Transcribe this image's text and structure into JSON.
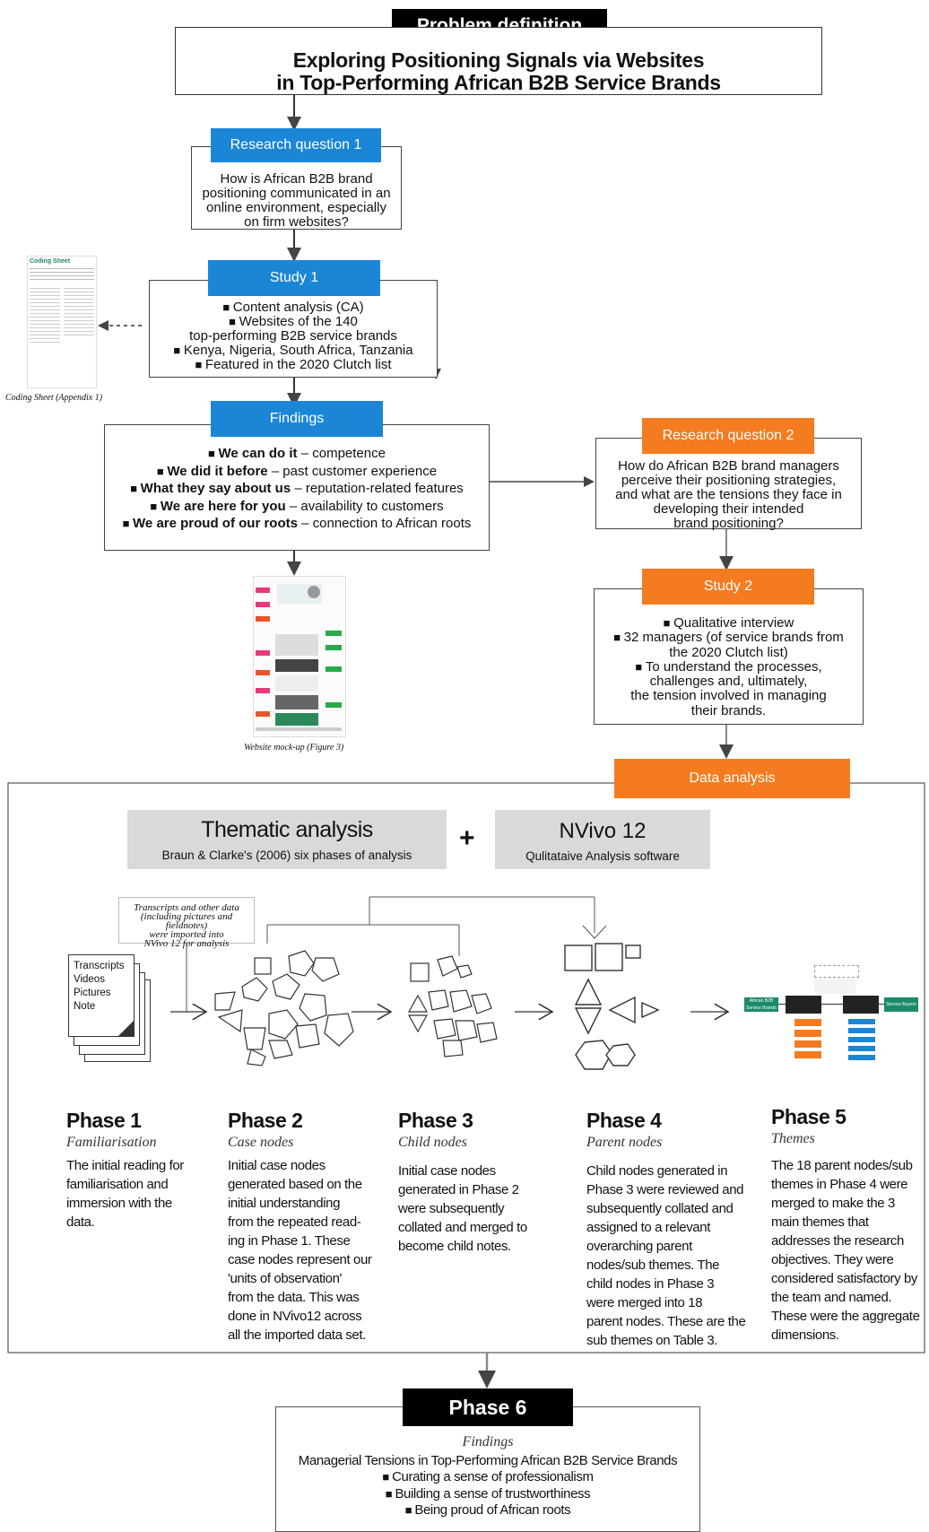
{
  "problem": {
    "label": "Problem definition",
    "title_line1": "Exploring Positioning Signals via Websites",
    "title_line2": "in Top-Performing African B2B Service Brands"
  },
  "rq1": {
    "label": "Research question 1",
    "lines": [
      "How is African B2B brand",
      "positioning communicated in an",
      "online environment, especially",
      "on firm websites?"
    ]
  },
  "study1": {
    "label": "Study 1",
    "lines": [
      "Content analysis (CA)",
      "Websites of the 140",
      "top-performing B2B service brands",
      "Kenya, Nigeria, South Africa, Tanzania",
      "Featured in the 2020 Clutch list"
    ]
  },
  "coding_sheet": {
    "title": "Coding Sheet",
    "caption": "Coding Sheet (Appendix 1)"
  },
  "findings": {
    "label": "Findings",
    "items": [
      {
        "bold": "We can do it",
        "rest": " – competence"
      },
      {
        "bold": "We did it before",
        "rest": " – past customer experience"
      },
      {
        "bold": "What they say about us",
        "rest": " – reputation-related features"
      },
      {
        "bold": "We are here for you",
        "rest": " – availability to customers"
      },
      {
        "bold": "We are proud of our roots",
        "rest": " – connection to African roots"
      }
    ]
  },
  "mockup": {
    "caption": "Website mock-up (Figure 3)"
  },
  "rq2": {
    "label": "Research question 2",
    "lines": [
      "How do African B2B brand managers",
      "perceive their positioning strategies,",
      "and what are the tensions they face in",
      "developing their intended",
      "brand positioning?"
    ]
  },
  "study2": {
    "label": "Study 2",
    "lines": [
      "Qualitative interview",
      "32 managers (of service brands from",
      "the  2020 Clutch list)",
      "To understand the processes,",
      "challenges and, ultimately,",
      "the tension involved in managing",
      "their brands."
    ]
  },
  "data_analysis": {
    "label": "Data analysis"
  },
  "thematic": {
    "title": "Thematic analysis",
    "subtitle": "Braun & Clarke's (2006) six phases of analysis"
  },
  "plus": "+",
  "nvivo": {
    "title": "NVivo 12",
    "subtitle": "Qulitataive Analysis software"
  },
  "transcripts_note": [
    "Transcripts and other data",
    "(including pictures and  fieldnotes)",
    "were imported into",
    "NVivo 12 for analysis"
  ],
  "doc_stack": [
    "Transcripts",
    "Videos",
    "Pictures",
    "Note"
  ],
  "phases": [
    {
      "title": "Phase 1",
      "sub": "Familiarisation",
      "desc": [
        "The initial reading for",
        "familiarisation and",
        "immersion with the",
        "data."
      ]
    },
    {
      "title": "Phase 2",
      "sub": "Case nodes",
      "desc": [
        "Initial  case nodes",
        "generated based on the",
        "initial understanding",
        "from the repeated read-",
        "ing in Phase 1. These",
        "case nodes represent our",
        "'units of observation'",
        "from the data. This was",
        "done in NVivo12 across",
        "all the imported data set."
      ]
    },
    {
      "title": "Phase 3",
      "sub": "Child nodes",
      "desc": [
        "Initial case nodes",
        "generated in Phase 2",
        "were subsequently",
        "collated and merged to",
        "become child notes."
      ]
    },
    {
      "title": "Phase 4",
      "sub": "Parent nodes",
      "desc": [
        "Child nodes generated in",
        "Phase 3 were reviewed and",
        "subsequently collated and",
        "assigned to a relevant",
        "overarching parent",
        "nodes/sub themes. The",
        "child nodes in Phase 3",
        "were merged into 18",
        "parent nodes. These are the",
        "sub themes on Table 3."
      ]
    },
    {
      "title": "Phase 5",
      "sub": "Themes",
      "desc": [
        "The 18 parent nodes/sub",
        "themes  in Phase 4 were",
        "merged  to make the 3",
        "main themes that",
        "addresses the research",
        "objectives. They were",
        "considered satisfactory by",
        "the team and named.",
        "These were the aggregate",
        "dimensions."
      ]
    }
  ],
  "phase6": {
    "title": "Phase 6",
    "sub": "Findings",
    "heading": "Managerial Tensions in Top-Performing African B2B Service Brands",
    "items": [
      "Curating a sense of professionalism",
      "Building a sense of trustworthiness",
      "Being proud of African roots"
    ]
  },
  "mini_diagram": {
    "left_label": "African B2B Service Brands",
    "right_label": "Service Buyers"
  }
}
